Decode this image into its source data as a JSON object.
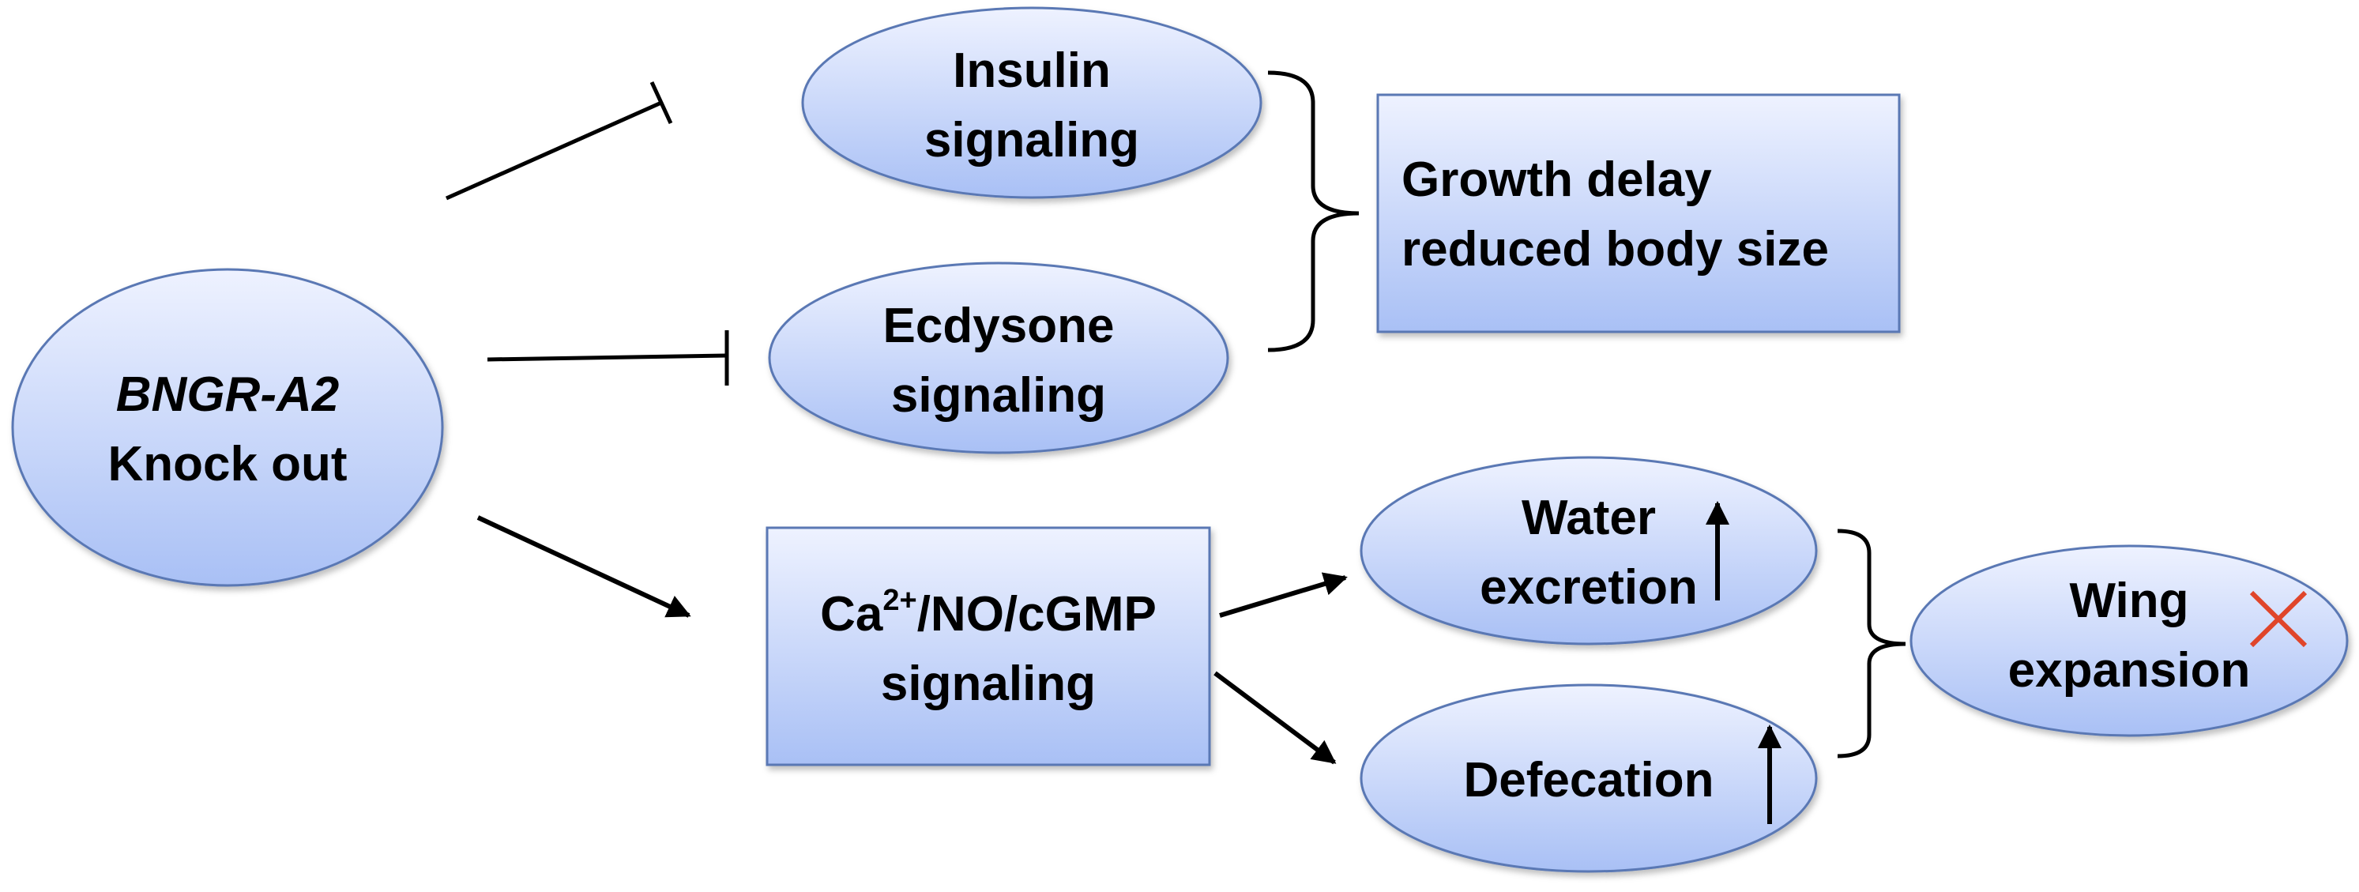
{
  "nodes": {
    "knockout": {
      "line1": "BNGR-A2",
      "line2": "Knock out"
    },
    "insulin": {
      "line1": "Insulin",
      "line2": "signaling"
    },
    "ecdysone": {
      "line1": "Ecdysone",
      "line2": "signaling"
    },
    "growth": {
      "line1": "Growth delay",
      "line2": "reduced body size"
    },
    "calcium": {
      "prefix": "Ca",
      "superscript": "2+",
      "suffix": "/NO/cGMP",
      "line2": "signaling"
    },
    "water": {
      "line1": "Water",
      "line2": "excretion"
    },
    "defecation": {
      "line1": "Defecation"
    },
    "wing": {
      "line1": "Wing",
      "line2": "expansion"
    }
  },
  "colors": {
    "shape_fill_top": "#eef2ff",
    "shape_fill_bottom": "#a9c0f5",
    "shape_stroke": "#5a78b4",
    "edge": "#000000",
    "cross": "#e0452a"
  }
}
